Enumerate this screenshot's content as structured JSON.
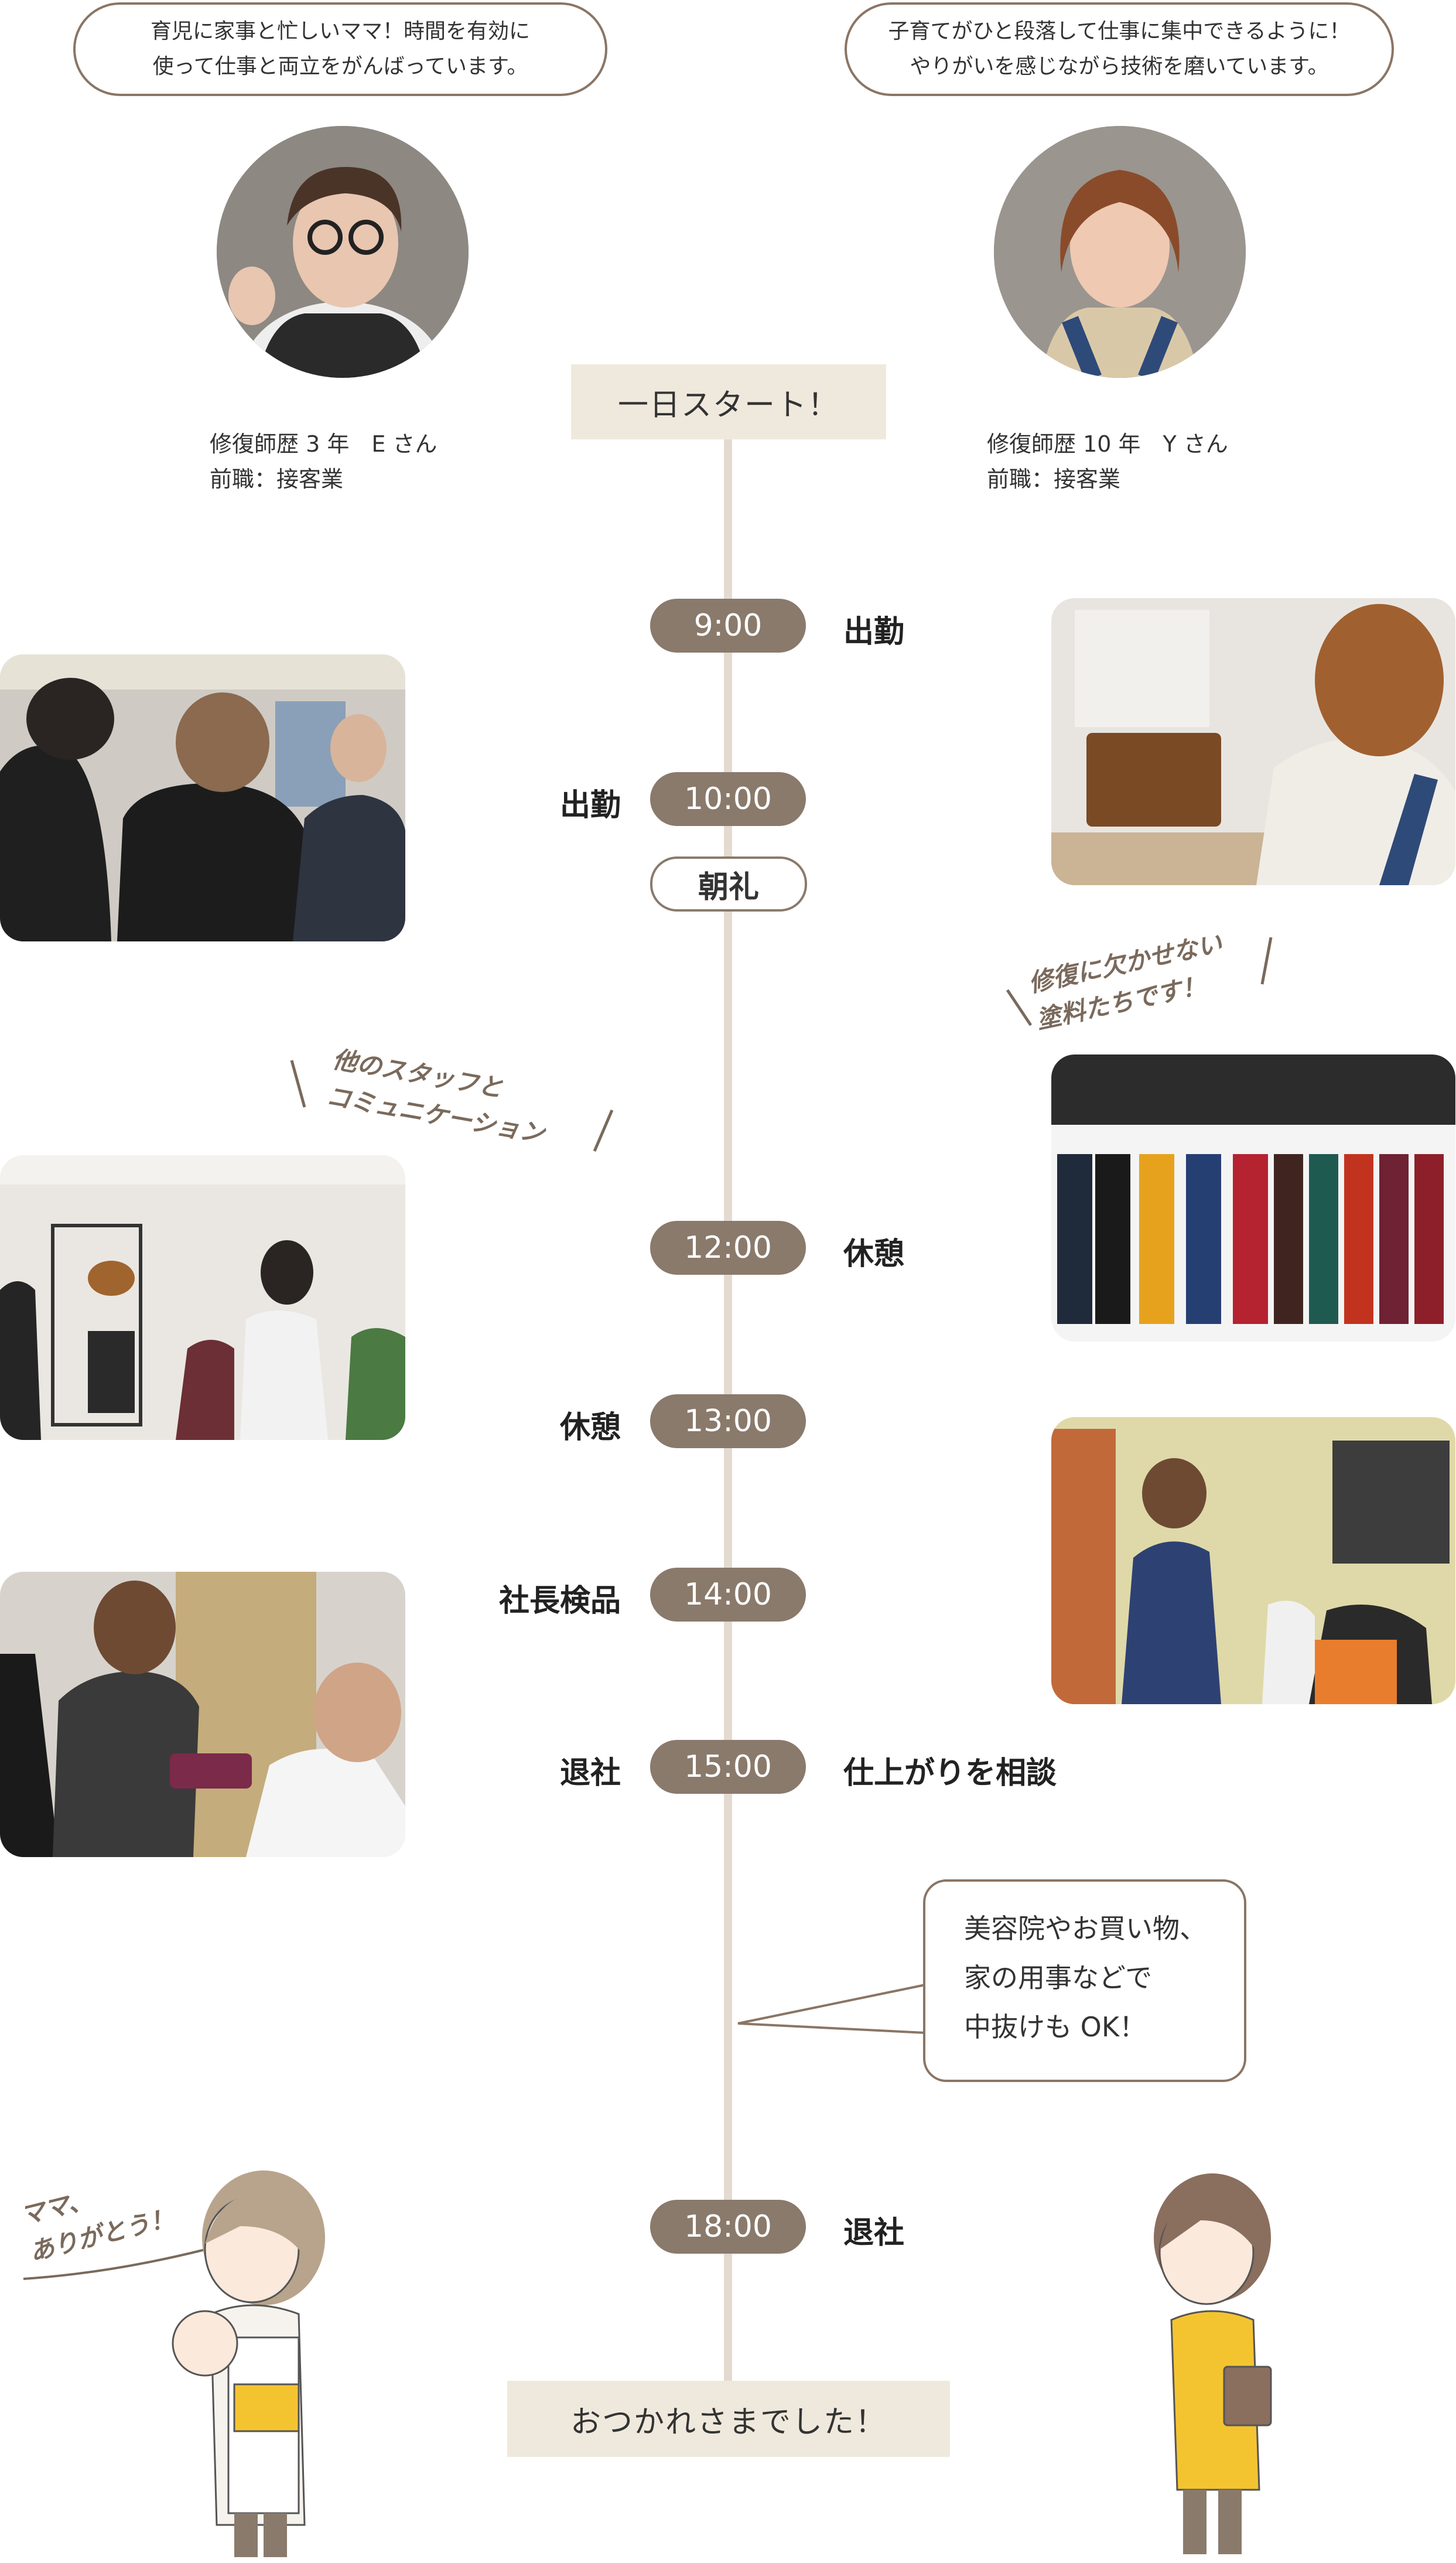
{
  "bubbles": {
    "left": [
      "育児に家事と忙しいママ！時間を有効に",
      "使って仕事と両立をがんばっています。"
    ],
    "right": [
      "子育てがひと段落して仕事に集中できるように！",
      "やりがいを感じながら技術を磨いています。"
    ]
  },
  "profiles": {
    "left": {
      "line1": "修復師歴 3 年　E さん",
      "line2": "前職：接客業"
    },
    "right": {
      "line1": "修復師歴 10 年　Y さん",
      "line2": "前職：接客業"
    }
  },
  "start_label": "一日スタート！",
  "end_label": "おつかれさまでした！",
  "schedule": {
    "t0900": {
      "time": "9:00",
      "right": "出勤"
    },
    "t1000": {
      "time": "10:00",
      "left": "出勤"
    },
    "chorei": "朝礼",
    "t1200": {
      "time": "12:00",
      "right": "休憩"
    },
    "t1300": {
      "time": "13:00",
      "left": "休憩"
    },
    "t1400": {
      "time": "14:00",
      "left": "社長検品"
    },
    "t1500": {
      "time": "15:00",
      "left": "退社",
      "right": "仕上がりを相談"
    },
    "t1800": {
      "time": "18:00",
      "right": "退社"
    }
  },
  "captions": {
    "paints": [
      "修復に欠かせない",
      "塗料たちです！"
    ],
    "staff": [
      "他のスタッフと",
      "コミュニケーション"
    ],
    "mama": [
      "ママ、",
      "ありがとう！"
    ]
  },
  "speech": [
    "美容院やお買い物、",
    "家の用事などで",
    "中抜けも OK！"
  ],
  "colors": {
    "pill": "#8a7a6c",
    "line": "#e3dbd0",
    "label_bg": "#efe9dd",
    "outline": "#8a7565"
  }
}
